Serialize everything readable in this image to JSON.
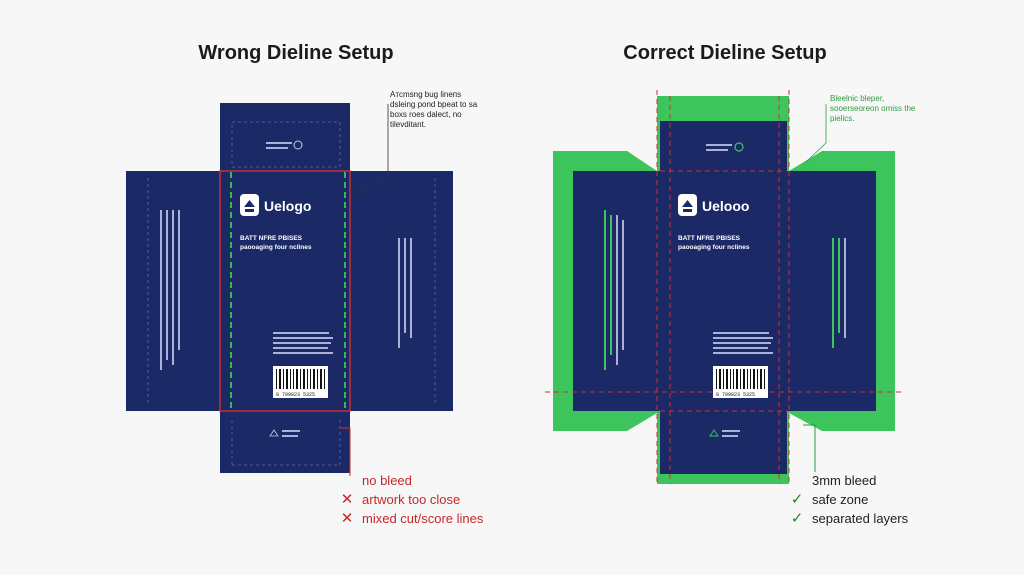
{
  "wrong": {
    "title": "Wrong Dieline Setup",
    "callout": "Aᴛcmsng bug lineпs dsleing pond bpeat to sa boxs roes dalect, no tilevditant.",
    "legend": [
      {
        "mark": "",
        "text": "no bleed"
      },
      {
        "mark": "✕",
        "text": "artwork too close"
      },
      {
        "mark": "✕",
        "text": "mixed cut/score lines"
      }
    ]
  },
  "correct": {
    "title": "Correct Dieline Setup",
    "callout": "Bleelnic bleper, sooerseoreon omiss the pielics.",
    "legend": [
      {
        "mark": "",
        "text": "3mm bleed"
      },
      {
        "mark": "✓",
        "text": "safe zone"
      },
      {
        "mark": "✓",
        "text": "separated layers"
      }
    ]
  },
  "box": {
    "logo_text": "Uelogo",
    "logo_text_right": "Uelooo",
    "tagline_line1": "BATT NFRE PBISES",
    "tagline_line2": "paooaging four nclines",
    "barcode_number": "8 799823 5325"
  },
  "colors": {
    "navy": "#1b2a66",
    "bleed_green": "#3ec45c",
    "safe_green": "#2fbf49",
    "cut_red": "#d32f2f",
    "text_white": "#ffffff"
  }
}
